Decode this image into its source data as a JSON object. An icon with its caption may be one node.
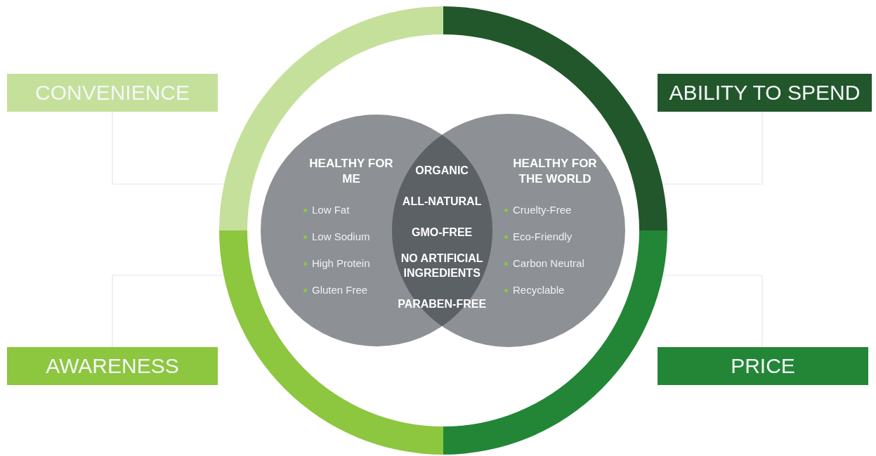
{
  "diagram": {
    "nodes": [
      {
        "text": [
          "CONVENIENCE"
        ]
      },
      {
        "text": [
          "ABILITY TO SPEND"
        ]
      },
      {
        "text": [
          "AWARENESS"
        ]
      },
      {
        "text": [
          "PRICE"
        ]
      },
      {
        "text": [],
        "shape": "arc"
      },
      {
        "text": [],
        "shape": "arc"
      },
      {
        "text": [],
        "shape": "arc"
      },
      {
        "text": [],
        "shape": "arc"
      },
      {
        "text": [
          "HEALTHY FOR ME",
          "Low Fat",
          "Low Sodium",
          "High Protein",
          "Gluten Free"
        ]
      },
      {
        "text": [
          "HEALTHY FOR THE WORLD",
          "Cruelty-Free",
          "Eco-Friendly",
          "Carbon Neutral",
          "Recyclable"
        ]
      },
      {
        "text": [
          "ORGANIC",
          "ALL-NATURAL",
          "GMO-FREE",
          "NO ARTIFICIAL INGREDIENTS",
          "PARABEN-FREE"
        ]
      }
    ],
    "edges": [
      {
        "from": 0,
        "to": 4,
        "arrow": "none"
      },
      {
        "from": 1,
        "to": 5,
        "arrow": "none"
      },
      {
        "from": 2,
        "to": 6,
        "arrow": "none"
      },
      {
        "from": 3,
        "to": 7,
        "arrow": "none"
      }
    ]
  }
}
